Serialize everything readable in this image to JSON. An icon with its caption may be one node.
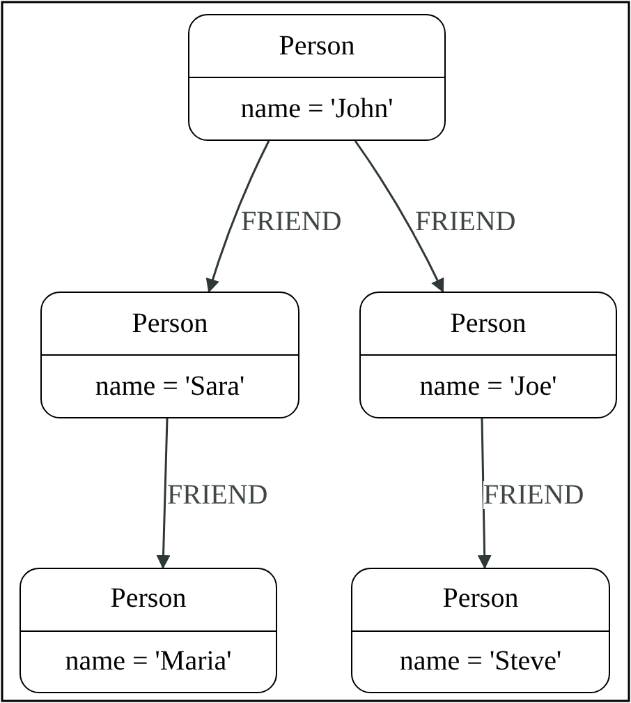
{
  "diagram": {
    "nodes": [
      {
        "text": [
          "Person",
          "name = 'John'"
        ]
      },
      {
        "text": [
          "Person",
          "name = 'Sara'"
        ]
      },
      {
        "text": [
          "Person",
          "name = 'Joe'"
        ]
      },
      {
        "text": [
          "Person",
          "name = 'Maria'"
        ]
      },
      {
        "text": [
          "Person",
          "name = 'Steve'"
        ]
      }
    ],
    "edges": [
      {
        "from": 0,
        "to": 1,
        "arrow": "to",
        "label": "FRIEND"
      },
      {
        "from": 0,
        "to": 2,
        "arrow": "to",
        "label": "FRIEND"
      },
      {
        "from": 1,
        "to": 3,
        "arrow": "to",
        "label": "FRIEND"
      },
      {
        "from": 2,
        "to": 4,
        "arrow": "to",
        "label": "FRIEND"
      }
    ]
  }
}
